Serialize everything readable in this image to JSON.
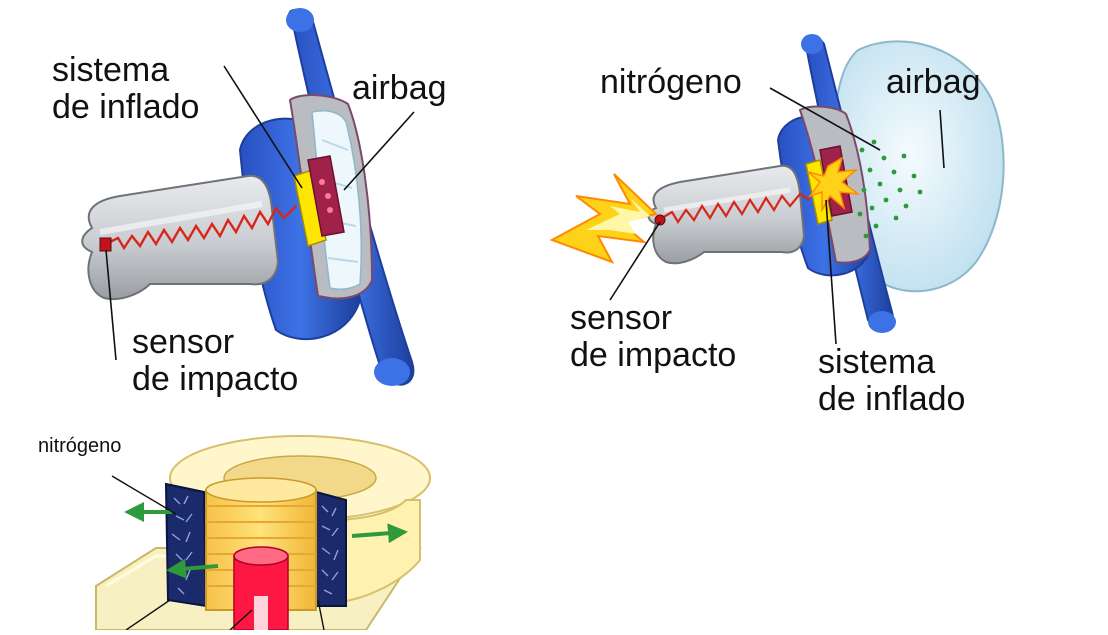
{
  "colors": {
    "steering_blue": "#2f5fd0",
    "steering_dark": "#1d3f9c",
    "body_grey": "#c9ccd0",
    "body_dark": "#8e9196",
    "inflator_yellow": "#ffe600",
    "charge_red": "#a0224a",
    "wire_red": "#d8261a",
    "airbag_light": "#e7f4fb",
    "airbag_edge": "#8fb7cc",
    "nitrogen_green": "#2e9a3a",
    "flash_yellow": "#ffd21a",
    "flash_orange": "#ff8a00",
    "cyl_yellow": "#ffd94a",
    "cyl_red": "#ff1744",
    "pellet_navy": "#1a2a6a",
    "base_cream": "#f7f0c2"
  },
  "diagram1": {
    "label_sistema": "sistema\nde inflado",
    "label_airbag": "airbag",
    "label_sensor": "sensor\nde impacto"
  },
  "diagram2": {
    "label_nitrogeno": "nitrógeno",
    "label_airbag": "airbag",
    "label_sensor": "sensor\nde impacto",
    "label_sistema": "sistema\nde inflado"
  },
  "diagram3": {
    "label_nitrogeno": "nitrógeno"
  }
}
